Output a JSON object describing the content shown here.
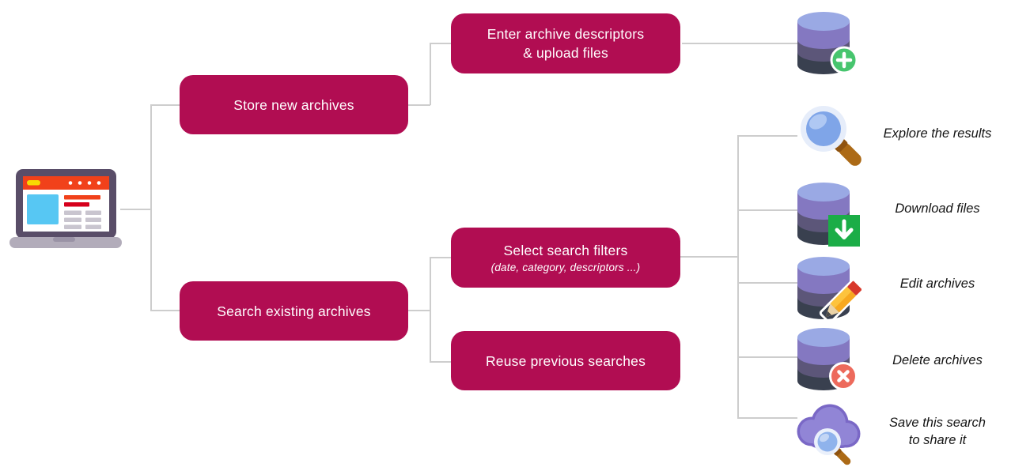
{
  "diagram": {
    "root_icon": "laptop-icon",
    "nodes": {
      "store": {
        "label": "Store new archives"
      },
      "enter": {
        "line1": "Enter archive descriptors",
        "line2": "& upload files"
      },
      "search": {
        "label": "Search existing archives"
      },
      "select": {
        "line1": "Select search filters",
        "line2": "(date, category, descriptors ...)"
      },
      "reuse": {
        "label": "Reuse previous searches"
      }
    },
    "store_result_icon": "database-add-icon",
    "outcomes": [
      {
        "icon": "magnifier-icon",
        "label": "Explore the results"
      },
      {
        "icon": "database-download-icon",
        "label": "Download files"
      },
      {
        "icon": "database-edit-icon",
        "label": "Edit archives"
      },
      {
        "icon": "database-delete-icon",
        "label": "Delete archives"
      },
      {
        "icon": "cloud-search-icon",
        "line1": "Save this search",
        "line2": "to share it"
      }
    ],
    "colors": {
      "accent": "#B10D52",
      "connector": "#CDCDCD",
      "label_text": "#141414",
      "node_text": "#FFFFFF",
      "green_add": "#47C56E",
      "green_download": "#1BAD47",
      "red_delete": "#ED6A5C",
      "db_top": "#9AA9E4",
      "db_mid": "#8478C1",
      "db_dark": "#5C5679",
      "db_darkest": "#39404F",
      "cloud_fill": "#9185D6",
      "cloud_outline": "#7A68C6"
    }
  }
}
